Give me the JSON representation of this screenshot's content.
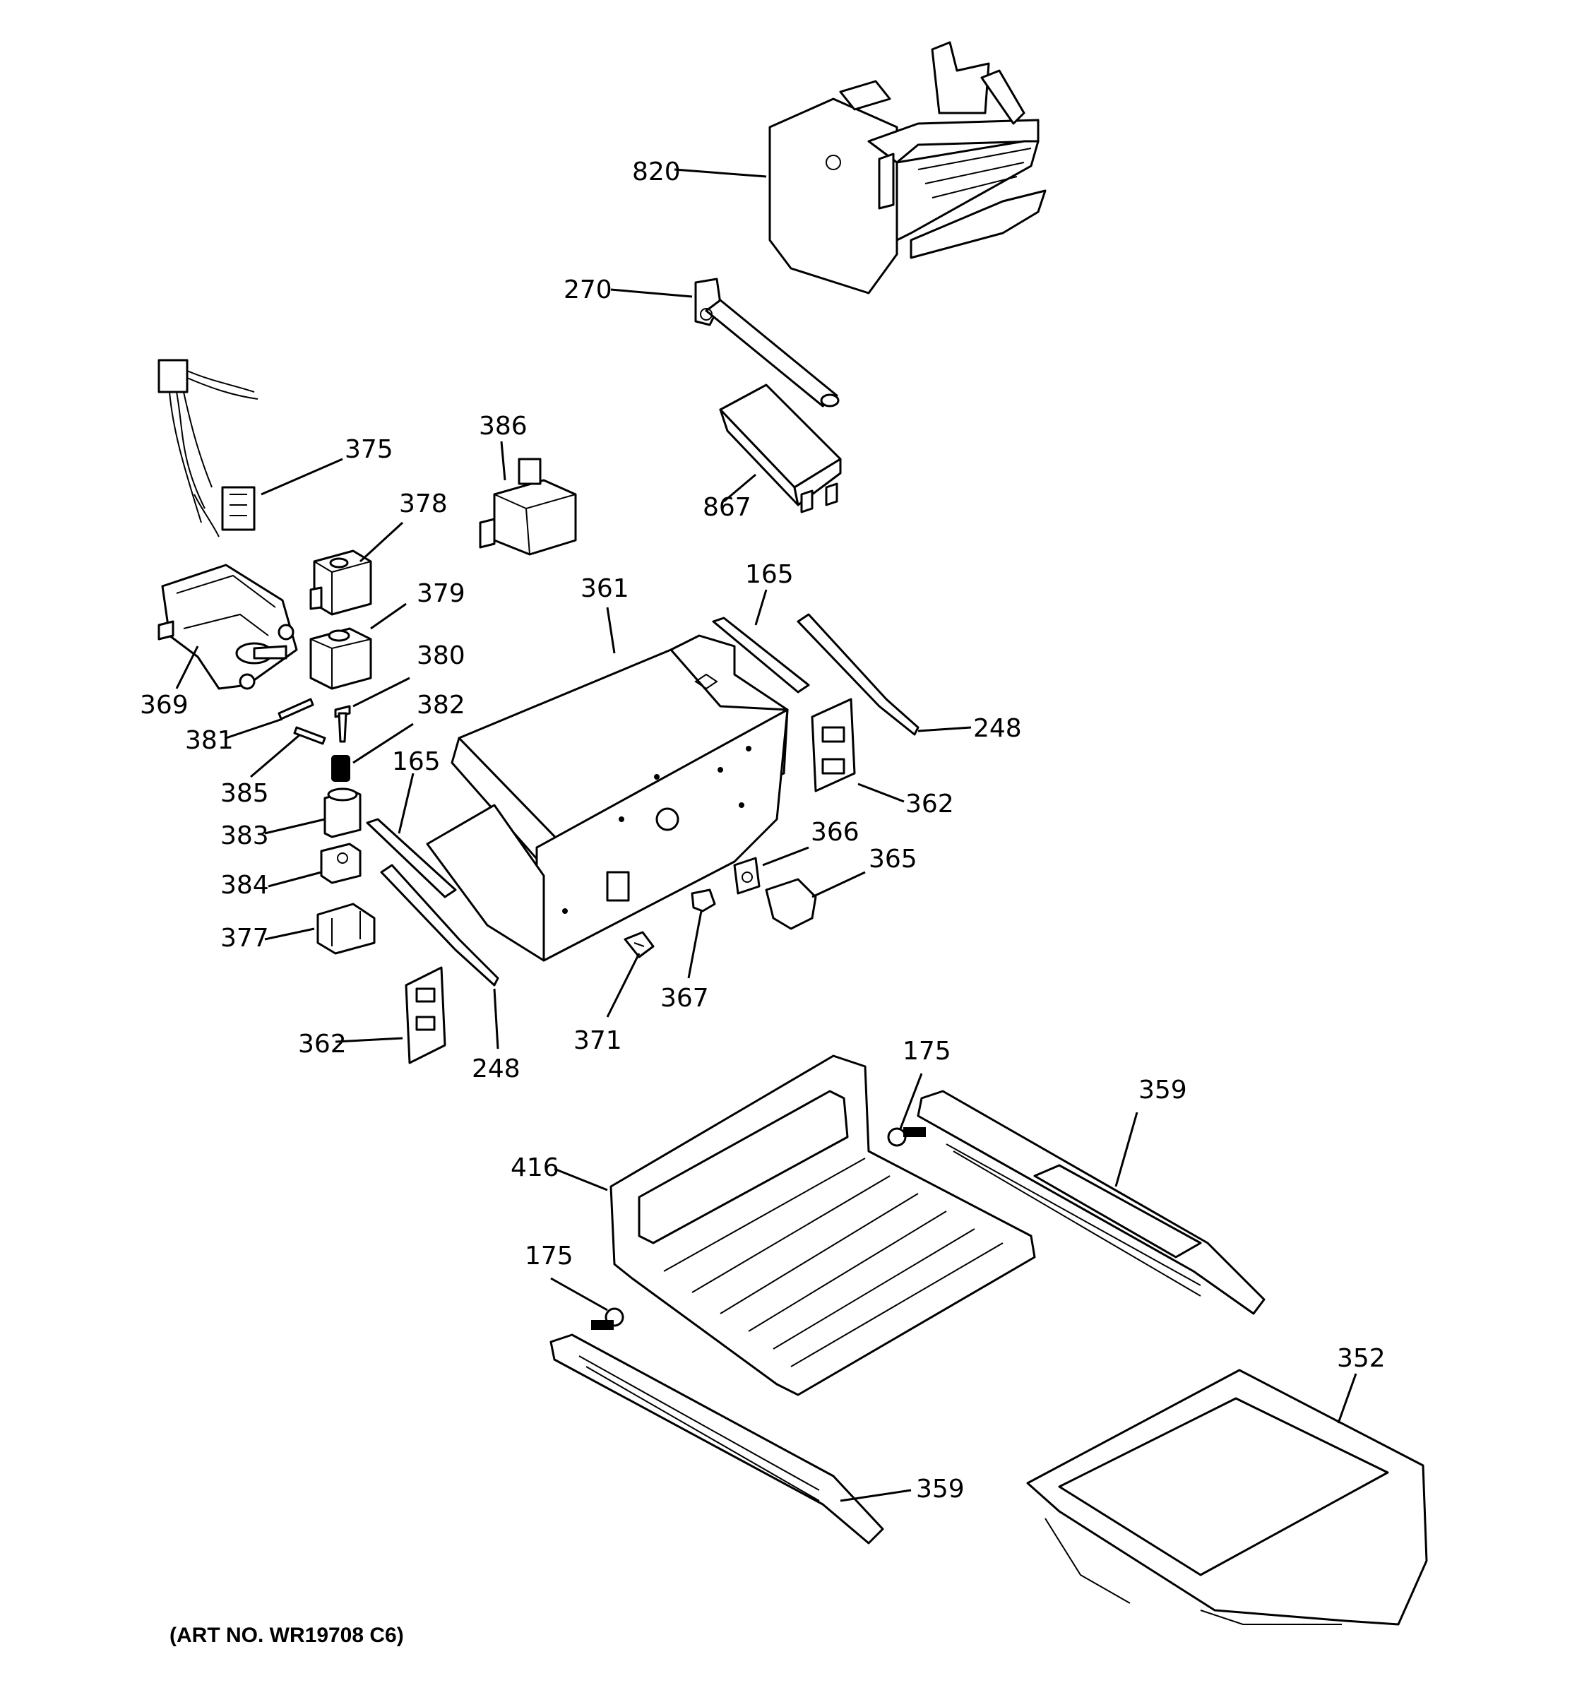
{
  "diagram": {
    "art_number": "(ART NO. WR19708 C6)",
    "callouts": {
      "c820": "820",
      "c270": "270",
      "c375": "375",
      "c386": "386",
      "c867": "867",
      "c378": "378",
      "c379": "379",
      "c369": "369",
      "c380": "380",
      "c381": "381",
      "c382": "382",
      "c385": "385",
      "c383": "383",
      "c384": "384",
      "c377": "377",
      "c361": "361",
      "c165a": "165",
      "c165b": "165",
      "c248a": "248",
      "c248b": "248",
      "c362a": "362",
      "c362b": "362",
      "c366": "366",
      "c365": "365",
      "c367": "367",
      "c371": "371",
      "c175a": "175",
      "c175b": "175",
      "c359a": "359",
      "c359b": "359",
      "c416": "416",
      "c352": "352"
    }
  }
}
